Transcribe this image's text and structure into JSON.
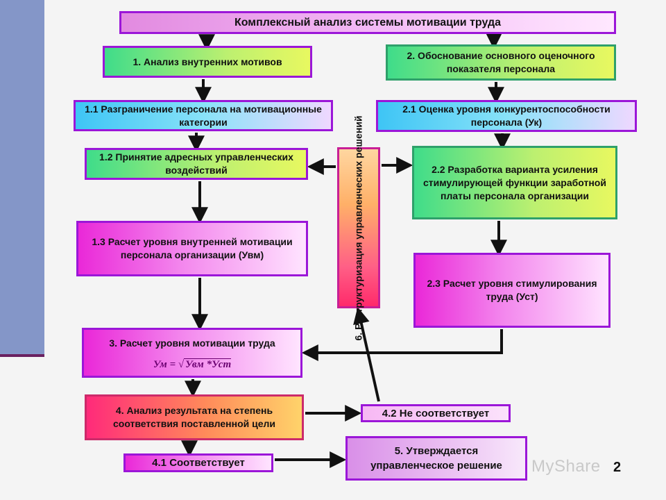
{
  "title": "Комплексный анализ системы мотивации труда",
  "boxes": {
    "b1": "1. Анализ внутренних мотивов",
    "b2": "2. Обоснование основного оценочного показателя персонала",
    "b11": "1.1 Разграничение персонала на мотивационные категории",
    "b21": "2.1 Оценка уровня конкурентоспособности персонала (Ук)",
    "b12": "1.2 Принятие адресных управленческих воздействий",
    "b22": "2.2 Разработка варианта усиления стимулирующей функции заработной платы персонала организации",
    "b13": "1.3 Расчет уровня внутренней мотивации персонала организации (Увм)",
    "b23": "2.3 Расчет уровня стимулирования труда (Уст)",
    "b3": "3. Расчет уровня мотивации труда",
    "b3_formula_left": "Ум =",
    "b3_formula_root": "Увм *Уст",
    "b4": "4. Анализ результата на степень соответствия поставленной цели",
    "b42": "4.2 Не соответствует",
    "b41": "4.1 Соответствует",
    "b5": "5. Утверждается управленческое решение",
    "b6": "6. Реструктуризация управленческих решений"
  },
  "page_number": "2",
  "watermark": "MyShare",
  "colors": {
    "arrow": "#111111",
    "sidebar": "#8496c8",
    "border_violet": "#9b16d8",
    "border_green": "#2ea06a"
  }
}
